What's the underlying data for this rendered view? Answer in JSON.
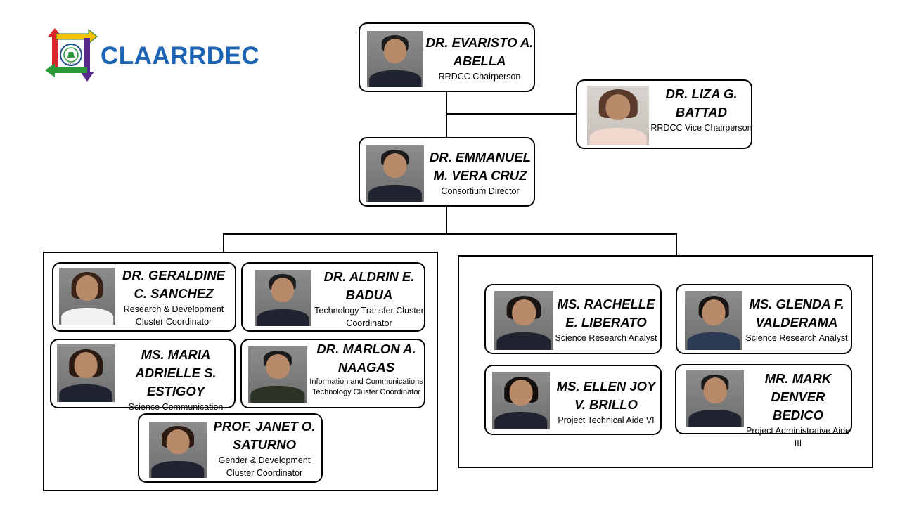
{
  "logo": {
    "text": "CLAARRDEC",
    "emblem_year": "1975",
    "brand_color": "#1b63b5"
  },
  "people": {
    "chair": {
      "name": "DR. EVARISTO A. ABELLA",
      "role": "RRDCC Chairperson"
    },
    "vice": {
      "name": "DR. LIZA G. BATTAD",
      "role": "RRDCC Vice Chairperson"
    },
    "director": {
      "name": "DR. EMMANUEL M. VERA CRUZ",
      "role": "Consortium Director"
    },
    "sanchez": {
      "name": "DR. GERALDINE C. SANCHEZ",
      "role": "Research & Development Cluster Coordinator"
    },
    "badua": {
      "name": "DR. ALDRIN E. BADUA",
      "role": "Technology Transfer Cluster Coordinator"
    },
    "estigoy": {
      "name": "MS. MARIA ADRIELLE S. ESTIGOY",
      "role": "Science Communication Cluster Coordinator"
    },
    "naagas": {
      "name": "DR. MARLON A. NAAGAS",
      "role": "Information and Communications Technology Cluster Coordinator"
    },
    "saturno": {
      "name": "PROF. JANET O. SATURNO",
      "role": "Gender & Development Cluster Coordinator"
    },
    "liberato": {
      "name": "MS. RACHELLE E. LIBERATO",
      "role": "Science Research Analyst"
    },
    "valderama": {
      "name": "MS. GLENDA F. VALDERAMA",
      "role": "Science Research Analyst"
    },
    "brillo": {
      "name": "MS. ELLEN JOY V. BRILLO",
      "role": "Project Technical Aide VI"
    },
    "bedico": {
      "name": "MR. MARK DENVER BEDICO",
      "role": "Project Administrative Aide III"
    }
  }
}
